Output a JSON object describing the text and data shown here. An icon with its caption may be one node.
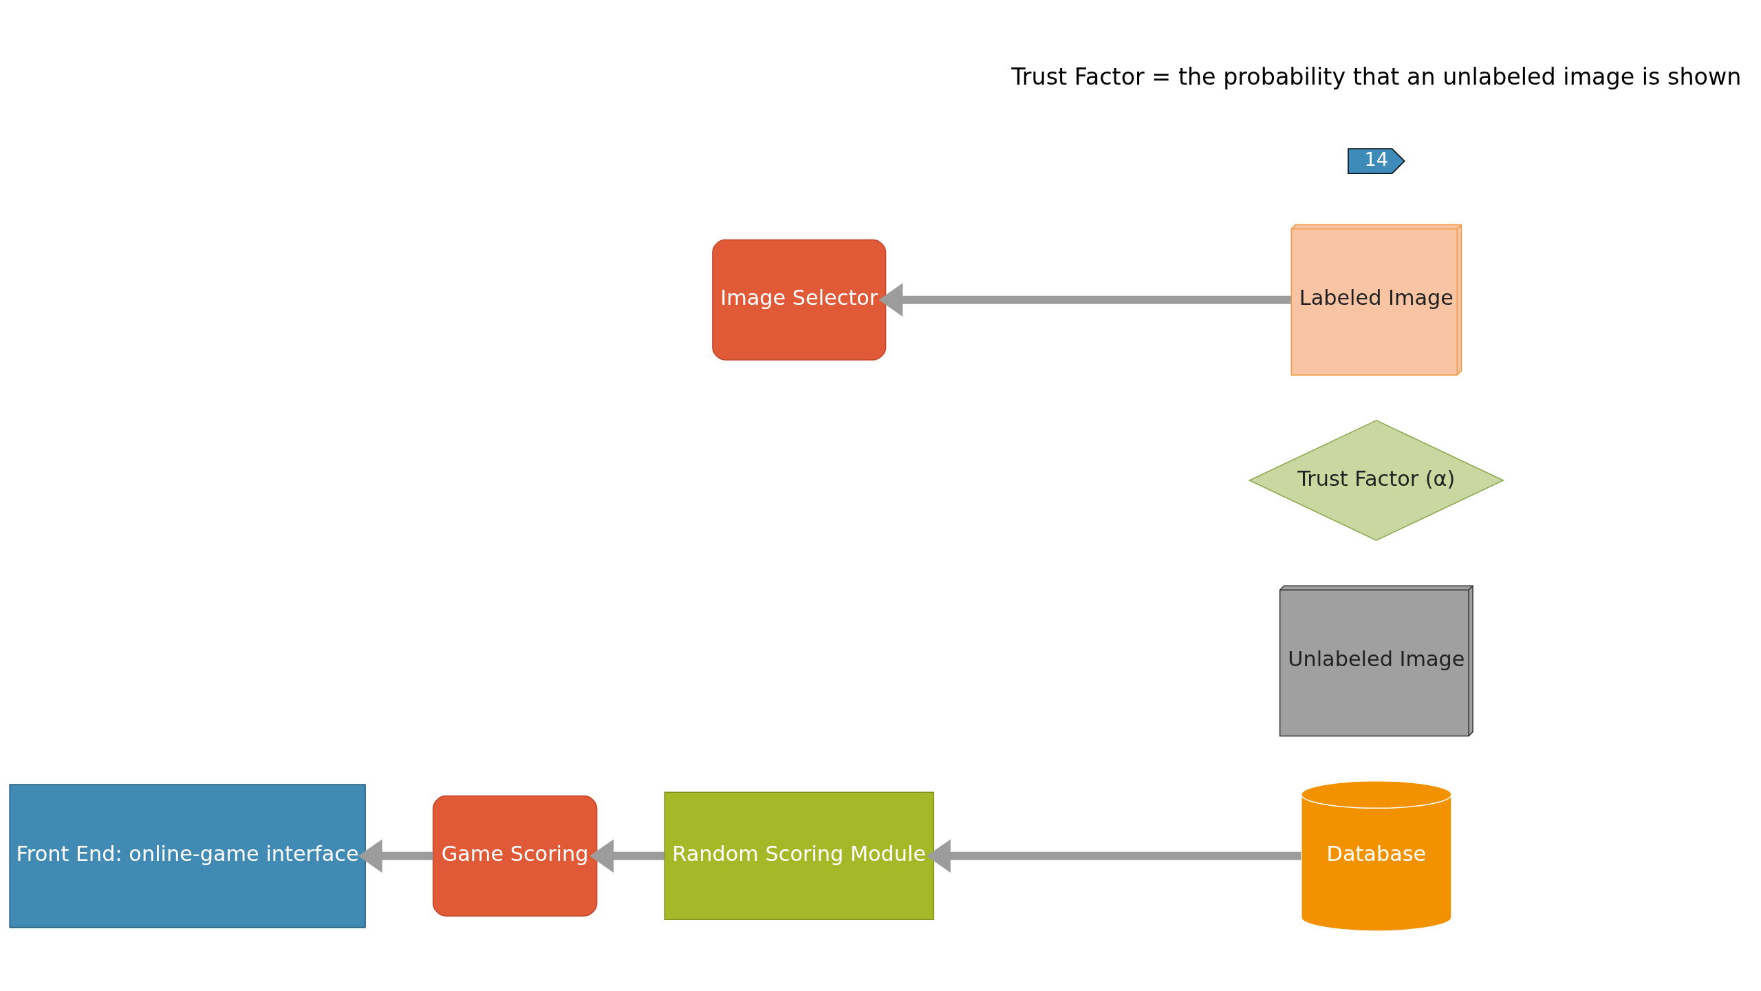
{
  "diagram": {
    "nodes": [
      {
        "text": [
          "Front End: online-game interface"
        ]
      },
      {
        "text": [
          "Game Scoring"
        ]
      },
      {
        "text": [
          "Image Selector"
        ]
      },
      {
        "text": [
          "Random Scoring Module"
        ]
      },
      {
        "text": [
          "Labeled Image"
        ]
      },
      {
        "text": [
          "Trust Factor (α)"
        ]
      },
      {
        "text": [
          "Unlabeled Image"
        ]
      },
      {
        "text": [
          "Database"
        ]
      }
    ],
    "edges": [
      {
        "from": 1,
        "to": 0,
        "arrow": "to"
      },
      {
        "from": 3,
        "to": 1,
        "arrow": "to"
      },
      {
        "from": 4,
        "to": 2,
        "arrow": "to"
      },
      {
        "from": 7,
        "to": 3,
        "arrow": "to"
      }
    ],
    "labels": [
      "14",
      "Trust Factor = the probability that an unlabeled image is shown"
    ]
  }
}
